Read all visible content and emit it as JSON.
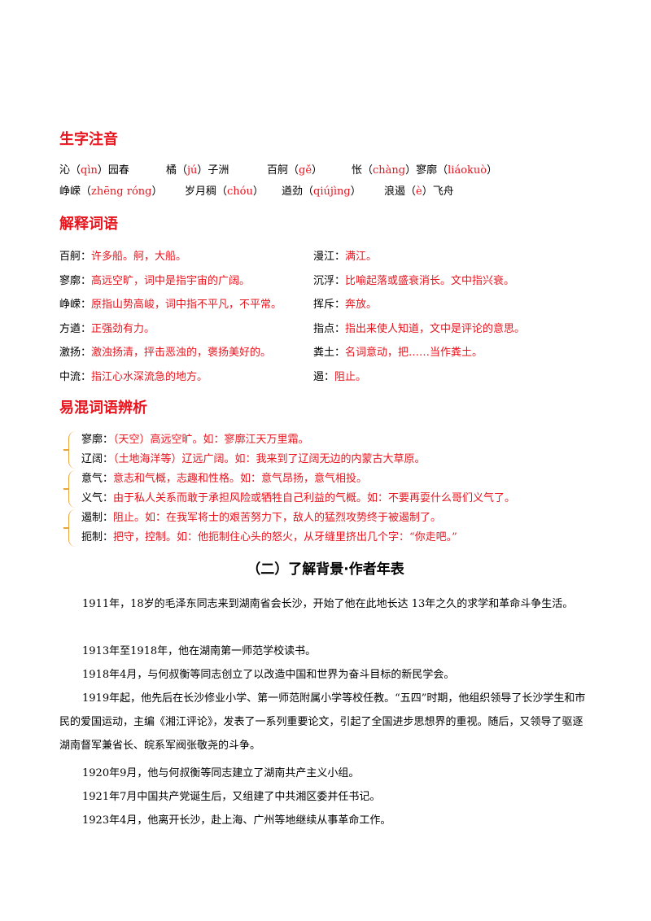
{
  "pinyin_section": {
    "title": "生字注音",
    "row1": [
      {
        "before": "沁（",
        "pinyin": "qìn",
        "after": "）园春"
      },
      {
        "before": "橘（",
        "pinyin": "jú",
        "after": "）子洲"
      },
      {
        "before": "百舸（",
        "pinyin": "gě",
        "after": "）"
      },
      {
        "before": "怅（",
        "pinyin": "chàng",
        "after": "）寥廓（"
      },
      {
        "before": "",
        "pinyin": "liáokuò",
        "after": "）"
      }
    ],
    "row2": [
      {
        "before": "峥嵘（",
        "pinyin": "zhēng róng",
        "after": "）"
      },
      {
        "before": "岁月稠（",
        "pinyin": "chóu",
        "after": "）"
      },
      {
        "before": "遒劲（",
        "pinyin": "qiújìng",
        "after": "）"
      },
      {
        "before": "浪遏（",
        "pinyin": "è",
        "after": "）飞舟"
      }
    ]
  },
  "definitions_section": {
    "title": "解释词语",
    "left": [
      {
        "term": "百舸：",
        "meaning": "许多船。舸，大船。"
      },
      {
        "term": "寥廓：",
        "meaning": "高远空旷，词中是指宇宙的广阔。"
      },
      {
        "term": "峥嵘：",
        "meaning": "原指山势高峻，词中指不平凡，不平常。"
      },
      {
        "term": "方遒：",
        "meaning": "正强劲有力。"
      },
      {
        "term": "激扬：",
        "meaning": "激浊扬清，抨击恶浊的，褒扬美好的。"
      },
      {
        "term": "中流：",
        "meaning": "指江心水深流急的地方。"
      }
    ],
    "right": [
      {
        "term": "漫江：",
        "meaning": "满江。"
      },
      {
        "term": "沉浮：",
        "meaning": "比喻起落或盛衰消长。文中指兴衰。"
      },
      {
        "term": "挥斥：",
        "meaning": "奔放。"
      },
      {
        "term": "指点：",
        "meaning": "指出来使人知道，文中是评论的意思。"
      },
      {
        "term": "粪土：",
        "meaning": "名词意动，把……当作粪土。"
      },
      {
        "term": "遏：",
        "meaning": "阻止。"
      }
    ]
  },
  "confusables_section": {
    "title": "易混词语辨析",
    "items": [
      {
        "term": "寥廓：",
        "meaning": "（天空）高远空旷。如：寥廓江天万里霜。"
      },
      {
        "term": "辽阔：",
        "meaning": "（土地海洋等）辽远广阔。如：我来到了辽阔无边的内蒙古大草原。"
      },
      {
        "term": "意气：",
        "meaning": "意志和气概，志趣和性格。如：意气昂扬，意气相投。"
      },
      {
        "term": "义气：",
        "meaning": "由于私人关系而敢于承担风险或牺牲自己利益的气概。如：不要再耍什么哥们义气了。"
      },
      {
        "term": "遏制：",
        "meaning": "阻止。如：在我军将士的艰苦努力下，敌人的猛烈攻势终于被遏制了。"
      },
      {
        "term": "扼制：",
        "meaning": "把守，控制。如：他扼制住心头的怒火，从牙缝里挤出几个字：“你走吧。”"
      }
    ]
  },
  "background_section": {
    "title": "（二）了解背景·作者年表",
    "paragraphs": [
      "1911年，18岁的毛泽东同志来到湖南省会长沙，开始了他在此地长达 13年之久的求学和革命斗争生活。",
      "1913年至1918年，他在湖南第一师范学校读书。",
      "1918年4月，与何叔衡等同志创立了以改造中国和世界为奋斗目标的新民学会。",
      "1919年起，他先后在长沙修业小学、第一师范附属小学等校任教。“五四”时期，他组织领导了长沙学生和市民的爱国运动，主编《湘江评论》，发表了一系列重要论文，引起了全国进步思想界的重视。随后，又领导了驱逐湖南督军兼省长、皖系军阀张敬尧的斗争。",
      "1920年9月，他与何叔衡等同志建立了湖南共产主义小组。",
      "1921年7月中国共产党诞生后，又组建了中共湘区委并任书记。",
      "1923年4月，他离开长沙，赴上海、广州等地继续从事革命工作。"
    ]
  }
}
